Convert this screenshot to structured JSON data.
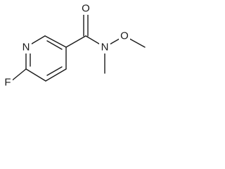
{
  "diagram": {
    "type": "structural-formula",
    "atoms": {
      "fluorine": "F",
      "ring_nitrogen": "N",
      "carbonyl_oxygen": "O",
      "amide_nitrogen": "N",
      "methoxy_oxygen": "O"
    },
    "colors": {
      "bond": "#1a1a1a",
      "label": "#1a1a1a",
      "background": "#ffffff"
    }
  }
}
